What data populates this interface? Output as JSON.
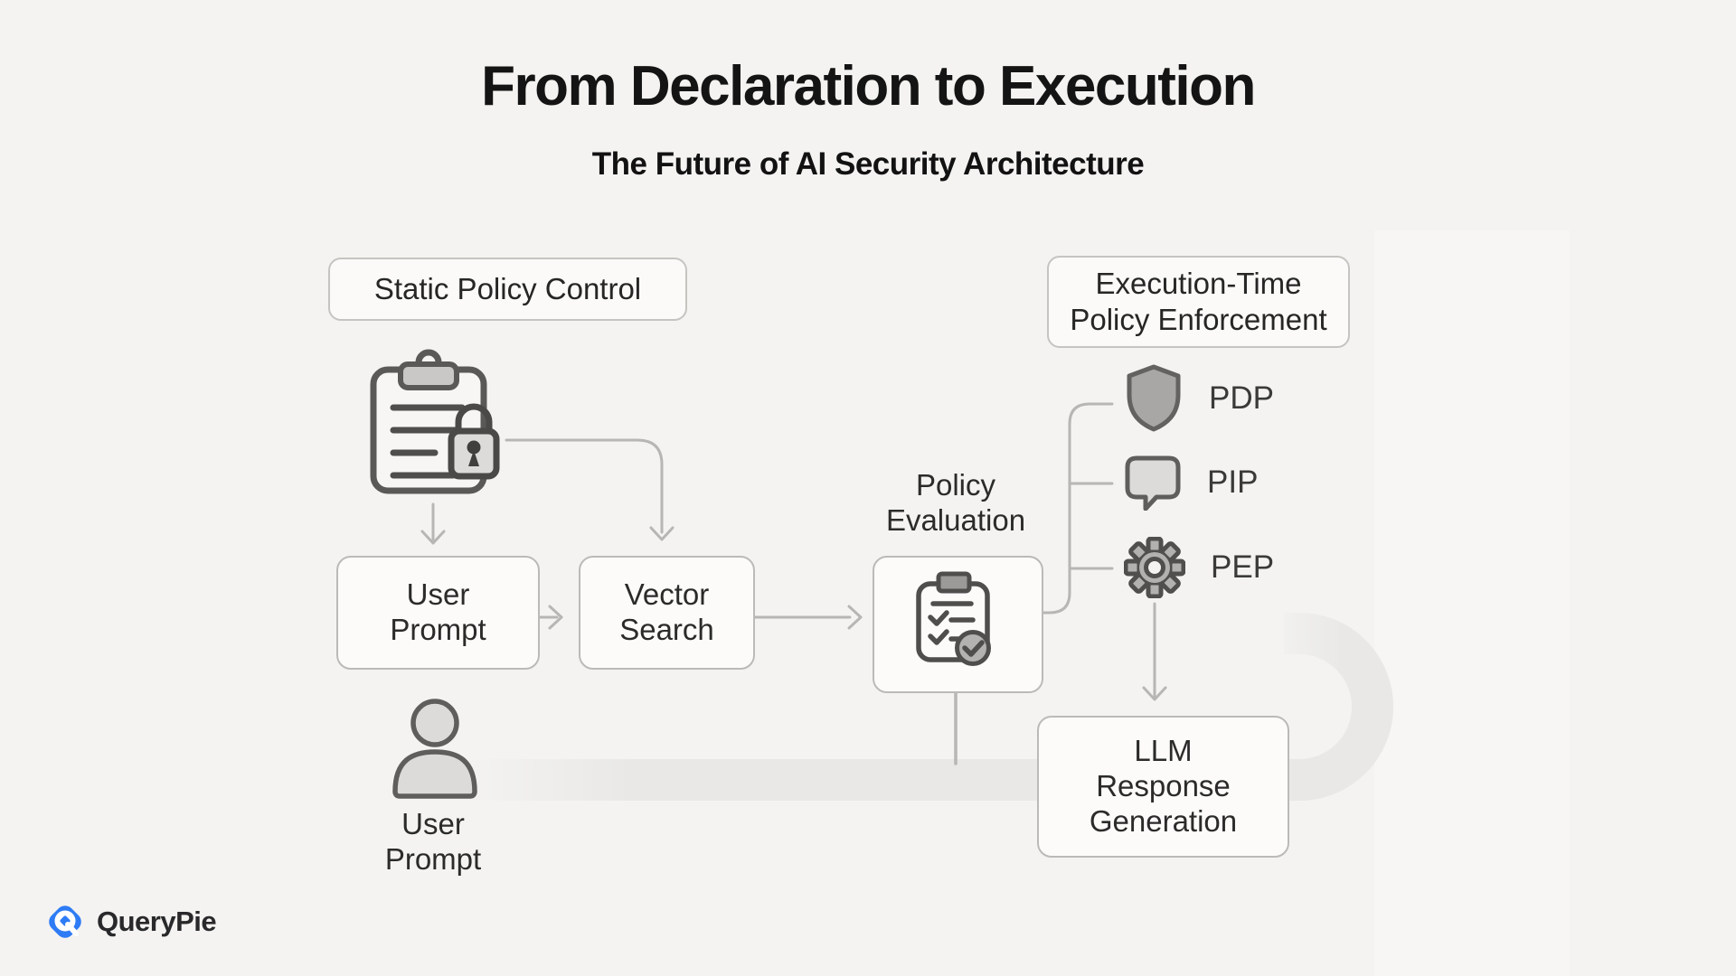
{
  "page": {
    "title": "From Declaration to Execution",
    "subtitle": "The Future of AI Security Architecture"
  },
  "badges": {
    "static_policy": "Static Policy Control",
    "execution_time": "Execution-Time\nPolicy Enforcement"
  },
  "nodes": {
    "user_prompt": "User\nPrompt",
    "vector_search": "Vector\nSearch",
    "policy_evaluation_label": "Policy\nEvaluation",
    "llm_response": "LLM\nResponse\nGeneration",
    "user_actor": "User\nPrompt"
  },
  "enforcement": {
    "items": [
      {
        "id": "pdp",
        "label": "PDP",
        "icon": "shield-icon"
      },
      {
        "id": "pip",
        "label": "PIP",
        "icon": "speech-bubble-icon"
      },
      {
        "id": "pep",
        "label": "PEP",
        "icon": "gear-icon"
      }
    ]
  },
  "logo": {
    "text": "QueryPie"
  },
  "colors": {
    "background": "#f4f3f1",
    "box_border": "#bcbab8",
    "connector": "#b7b6b4",
    "flow_band": "#e9e8e6",
    "icon_stroke": "#5a5958",
    "logo_blue": "#2e7cf5",
    "title_text": "#141414",
    "label_text": "#2b2b2a"
  }
}
